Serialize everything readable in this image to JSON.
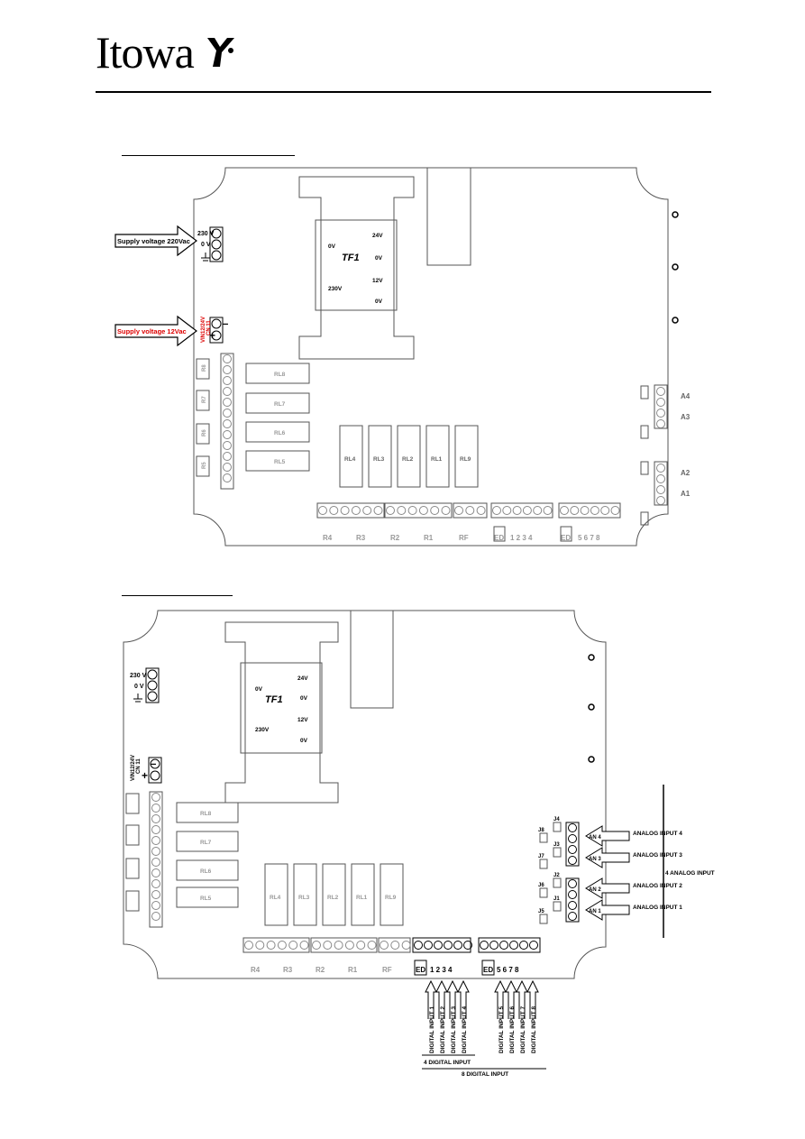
{
  "header": {
    "logo_text": "Itowa"
  },
  "board1": {
    "supply_220_label": "Supply voltage 220Vac",
    "supply_12_label": "Supply voltage 12Vac",
    "term_230": "230 V",
    "term_0": "0 V",
    "vin_label": "VIN12/24V",
    "vin_sub": "CN 11",
    "transformer": "TF1",
    "tf_0v_left": "0V",
    "tf_24v": "24V",
    "tf_0v_right": "0V",
    "tf_12v": "12V",
    "tf_230v": "230V",
    "tf_0v_bottom": "0V",
    "relays_h": [
      "RL8",
      "RL7",
      "RL6",
      "RL5"
    ],
    "relays_v": [
      "RL4",
      "RL3",
      "RL2",
      "RL1",
      "RL9"
    ],
    "relay_side": [
      "R8",
      "R7",
      "R6",
      "R5"
    ],
    "bottom_groups": [
      "R4",
      "R3",
      "R2",
      "R1",
      "RF"
    ],
    "ed_a": "ED",
    "digits_a": "1 2 3 4",
    "ed_b": "ED",
    "digits_b": "5 6 7 8",
    "analog_short": [
      "A4",
      "A3",
      "A2",
      "A1"
    ]
  },
  "board2": {
    "term_230": "230 V",
    "term_0": "0 V",
    "vin_label": "VIN12/24V",
    "vin_sub": "CN 11",
    "transformer": "TF1",
    "tf_0v_left": "0V",
    "tf_24v": "24V",
    "tf_0v_right": "0V",
    "tf_12v": "12V",
    "tf_230v": "230V",
    "tf_0v_bottom": "0V",
    "relays_h": [
      "RL8",
      "RL7",
      "RL6",
      "RL5"
    ],
    "relays_v": [
      "RL4",
      "RL3",
      "RL2",
      "RL1",
      "RL9"
    ],
    "bottom_groups": [
      "R4",
      "R3",
      "R2",
      "R1",
      "RF"
    ],
    "ed_a": "ED",
    "digits_a": "1 2 3 4",
    "ed_b": "ED",
    "digits_b": "5 6 7 8",
    "jumpers": [
      "J8",
      "J7",
      "J6",
      "J5",
      "J4",
      "J3",
      "J2",
      "J1"
    ],
    "an_labels": [
      "AN 4",
      "AN 3",
      "AN 2",
      "AN 1"
    ],
    "analog_inputs": [
      "ANALOG INPUT 4",
      "ANALOG INPUT 3",
      "ANALOG INPUT 2",
      "ANALOG INPUT 1"
    ],
    "analog_group": "4 ANALOG INPUT",
    "digital_inputs": [
      "DIGITAL INPUT 1",
      "DIGITAL INPUT 2",
      "DIGITAL INPUT 3",
      "DIGITAL INPUT 4",
      "DIGITAL INPUT 5",
      "DIGITAL INPUT 6",
      "DIGITAL INPUT 7",
      "DIGITAL INPUT 8"
    ],
    "digital_group_4": "4 DIGITAL INPUT",
    "digital_group_8": "8 DIGITAL INPUT"
  }
}
